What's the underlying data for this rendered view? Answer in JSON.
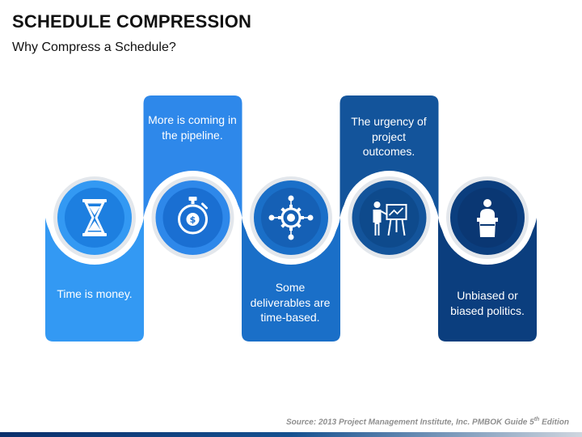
{
  "title": "SCHEDULE COMPRESSION",
  "subtitle": "Why Compress a Schedule?",
  "steps": [
    {
      "text": "Time is money.",
      "icon": "hourglass-icon",
      "color": "#3399f3",
      "icon_bg": "#1d7fe0",
      "position": "bottom"
    },
    {
      "text": "More is coming in the pipeline.",
      "icon": "stopwatch-dollar-icon",
      "color": "#2e88ea",
      "icon_bg": "#1a6fd2",
      "position": "top"
    },
    {
      "text": "Some deliverables are time-based.",
      "icon": "gear-network-icon",
      "color": "#1a6fc8",
      "icon_bg": "#1560b5",
      "position": "bottom"
    },
    {
      "text": "The urgency of project outcomes.",
      "icon": "presentation-icon",
      "color": "#13549b",
      "icon_bg": "#0e4a8c",
      "position": "top"
    },
    {
      "text": "Unbiased or biased politics.",
      "icon": "podium-speaker-icon",
      "color": "#0b3e7e",
      "icon_bg": "#0a3773",
      "position": "bottom"
    }
  ],
  "source": {
    "prefix": "Source: 2013 Project Management Institute, Inc. PMBOK Guide 5",
    "sup": "th",
    "suffix": " Edition"
  }
}
